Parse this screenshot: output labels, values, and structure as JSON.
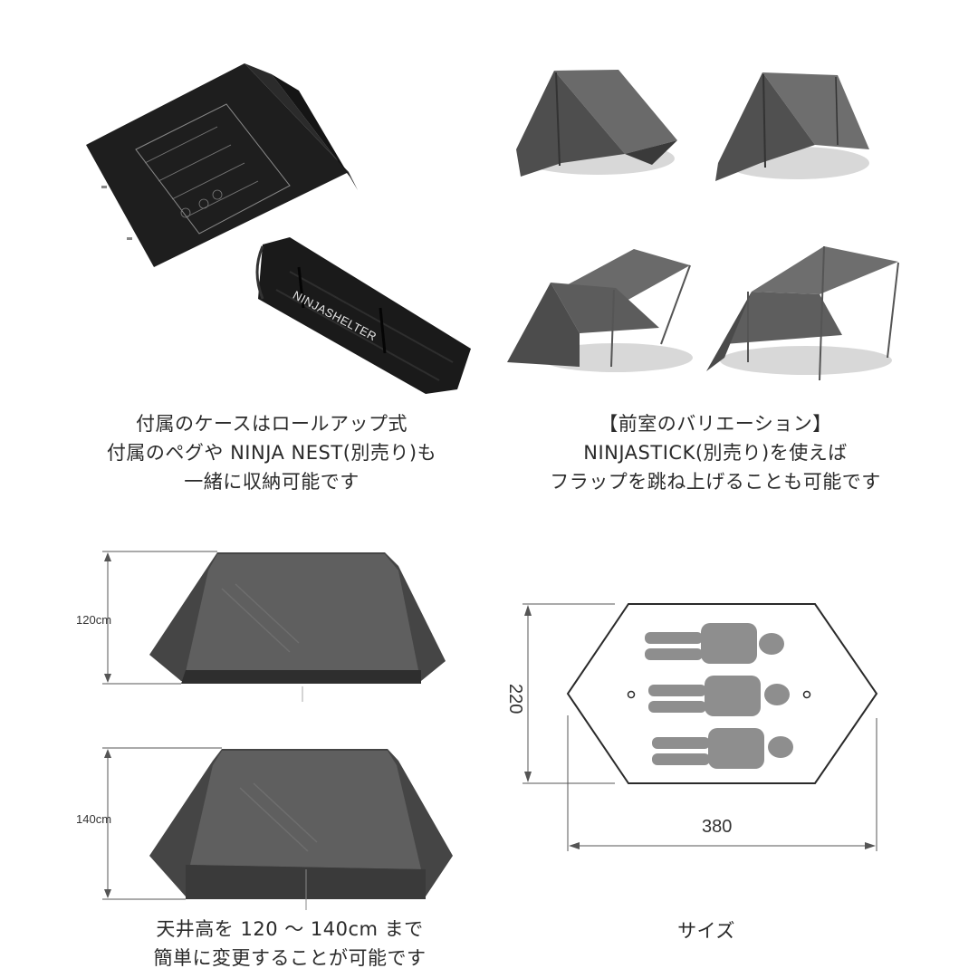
{
  "panels": {
    "case": {
      "product_label": "NINJASHELTER",
      "caption": [
        "付属のケースはロールアップ式",
        "付属のペグや NINJA NEST(別売り)も",
        "一緒に収納可能です"
      ]
    },
    "variations": {
      "caption": [
        "【前室のバリエーション】",
        "NINJASTICK(別売り)を使えば",
        "フラップを跳ね上げることも可能です"
      ]
    },
    "height": {
      "low_label": "120cm",
      "high_label": "140cm",
      "caption": [
        "天井高を 120 〜 140cm まで",
        "簡単に変更することが可能です"
      ]
    },
    "size": {
      "width_label": "220",
      "length_label": "380",
      "caption": "サイズ"
    }
  },
  "colors": {
    "tent_fabric": "#5a5a5a",
    "tent_dark": "#3c3c3c",
    "bag": "#1c1c1c",
    "diagram_line": "#2a2a2a",
    "person_fill": "#8e8e8e"
  }
}
